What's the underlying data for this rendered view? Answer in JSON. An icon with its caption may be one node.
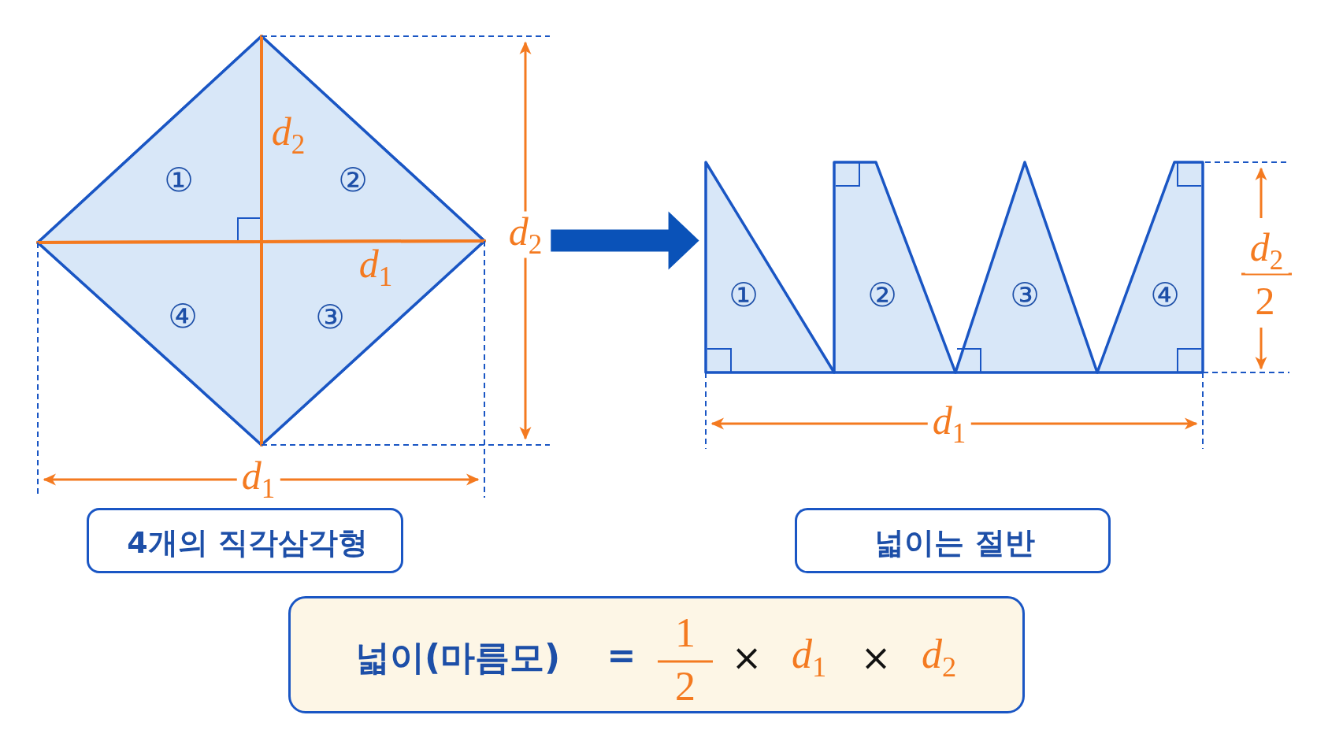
{
  "diagram": {
    "nodes": [
      {
        "text": [],
        "shape": "diamond"
      },
      {
        "text": [
          "①"
        ],
        "in": 0
      },
      {
        "text": [
          "②"
        ],
        "in": 0
      },
      {
        "text": [
          "④"
        ],
        "in": 0
      },
      {
        "text": [
          "③"
        ],
        "in": 0
      },
      {
        "text": [
          "①"
        ]
      },
      {
        "text": [
          "②"
        ]
      },
      {
        "text": [
          "③"
        ]
      },
      {
        "text": [
          "④"
        ]
      },
      {
        "text": [
          "4개의 직각삼각형"
        ]
      },
      {
        "text": [
          "넓이는 절반"
        ]
      },
      {
        "text": [
          "넓이(마름모)",
          "=",
          "1",
          "2",
          "×",
          "*d*$_{1}$",
          "×",
          "*d*$_{2}$"
        ]
      }
    ],
    "edges": [
      {
        "from": 0,
        "to": 5,
        "arrow": "to"
      }
    ],
    "labels": [
      "*d*$_{2}$",
      "*d*$_{2}$",
      "*d*$_{1}$",
      "*d*$_{2}$",
      "2",
      "*d*$_{1}$",
      "*d*$_{1}$"
    ]
  }
}
